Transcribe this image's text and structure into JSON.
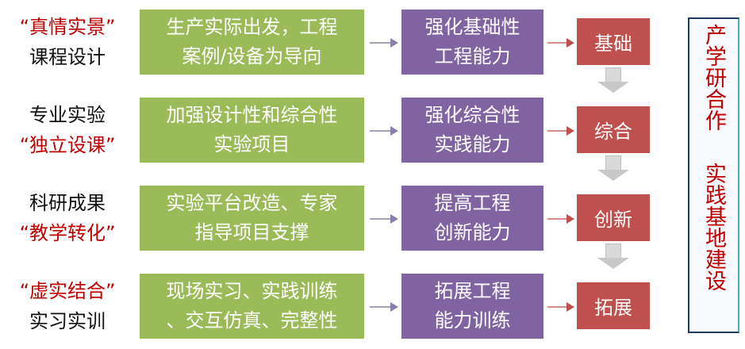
{
  "rows": [
    {
      "label_line1": "“真情实景”",
      "label_line2": "课程设计",
      "highlight_line": 1,
      "approach": [
        "生产实际出发，工程",
        "案例/设备为导向"
      ],
      "capability": [
        "强化基础性",
        "工程能力"
      ],
      "level": "基础"
    },
    {
      "label_line1": "专业实验",
      "label_line2": "“独立设课”",
      "highlight_line": 2,
      "approach": [
        "加强设计性和综合性",
        "实验项目"
      ],
      "capability": [
        "强化综合性",
        "实践能力"
      ],
      "level": "综合"
    },
    {
      "label_line1": "科研成果",
      "label_line2": "“教学转化”",
      "highlight_line": 2,
      "approach": [
        "实验平台改造、专家",
        "指导项目支撑"
      ],
      "capability": [
        "提高工程",
        "创新能力"
      ],
      "level": "创新"
    },
    {
      "label_line1": "“虚实结合”",
      "label_line2": "实习实训",
      "highlight_line": 1,
      "approach": [
        "现场实习、实践训练",
        "、交互仿真、完整性"
      ],
      "capability": [
        "拓展工程",
        "能力训练"
      ],
      "level": "拓展"
    }
  ],
  "side_panel": {
    "line1": "产学研合作",
    "line2": "实践基地建设"
  },
  "colors": {
    "green": "#9bbb59",
    "purple": "#8064a2",
    "red": "#c0504d",
    "highlight": "#c00000"
  }
}
